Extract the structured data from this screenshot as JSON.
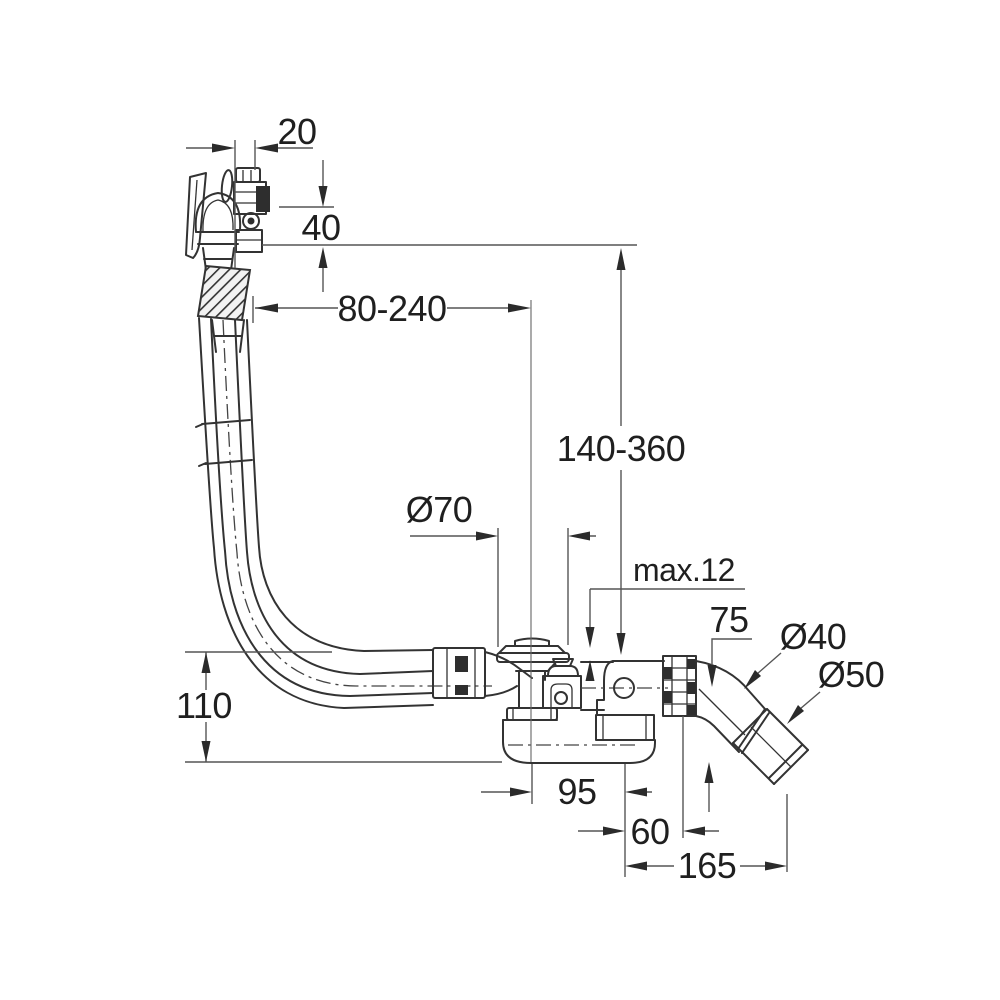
{
  "page": {
    "background": "#ffffff"
  },
  "drawing": {
    "type": "technical-dimension-drawing",
    "subject": "bath overflow filler with waste set and trap",
    "line_color": "#333333",
    "dimension_color": "#555555",
    "text_color": "#1f1f1f",
    "labels": {
      "spout_offset": "20",
      "head_drop": "40",
      "hose_horizontal_range": "80-240",
      "overflow_height_range": "140-360",
      "waste_flange_diameter": "Ø70",
      "rim_thickness_max": "max.12",
      "outlet_drop": "75",
      "outlet_pipe_diameter": "Ø40",
      "outlet_sleeve_diameter": "Ø50",
      "trap_depth": "110",
      "waste_to_elbow": "95",
      "elbow_to_bend": "60",
      "elbow_to_outlet_end": "165"
    }
  }
}
